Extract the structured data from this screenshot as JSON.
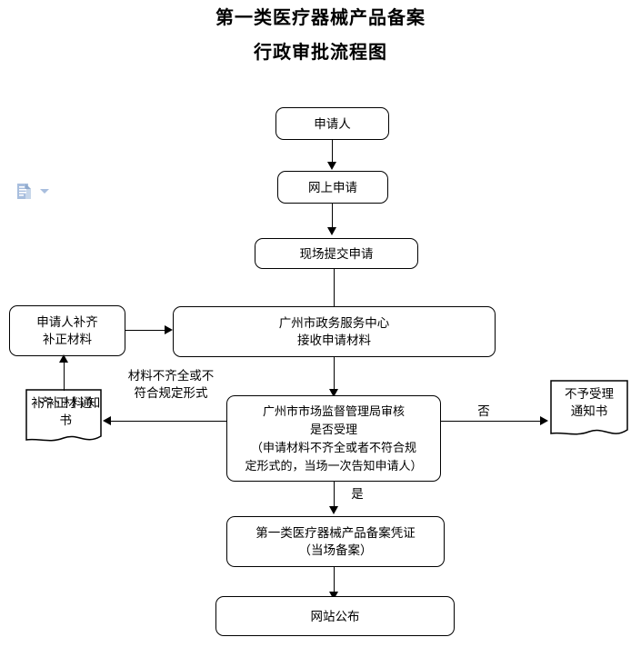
{
  "document": {
    "title_line_1": "第一类医疗器械产品备案",
    "title_line_2": "行政审批流程图"
  },
  "colors": {
    "node_border": "#000000",
    "node_fill": "#ffffff",
    "connector": "#000000",
    "paste_icon": "#a8bede",
    "page_background": "#ffffff"
  },
  "flowchart": {
    "type": "process-flow-diagram",
    "nodes": [
      {
        "id": "applicant",
        "shape": "rounded-rectangle",
        "label": "申请人"
      },
      {
        "id": "online-application",
        "shape": "rounded-rectangle",
        "label": "网上申请"
      },
      {
        "id": "onsite-submit",
        "shape": "rounded-rectangle",
        "label": "现场提交申请"
      },
      {
        "id": "service-center",
        "shape": "rounded-rectangle",
        "label": "广州市政务服务中心\n接收申请材料"
      },
      {
        "id": "applicant-supplement",
        "shape": "rounded-rectangle",
        "label": "申请人补齐\n补正材料"
      },
      {
        "id": "supplement-notice",
        "shape": "document",
        "label": "补齐补正材料通知书"
      },
      {
        "id": "review-decision",
        "shape": "rounded-rectangle",
        "label": "广州市市场监督管理局审核\n是否受理\n（申请材料不齐全或者不符合规\n定形式的，当场一次告知申请人）"
      },
      {
        "id": "rejection-notice",
        "shape": "document",
        "label": "不予受理\n通知书"
      },
      {
        "id": "filing-certificate",
        "shape": "rounded-rectangle",
        "label": "第一类医疗器械产品备案凭证\n（当场备案）"
      },
      {
        "id": "website-publish",
        "shape": "rounded-rectangle",
        "label": "网站公布"
      }
    ],
    "edges": [
      {
        "from": "applicant",
        "to": "online-application",
        "label": ""
      },
      {
        "from": "online-application",
        "to": "onsite-submit",
        "label": ""
      },
      {
        "from": "onsite-submit",
        "to": "service-center",
        "label": ""
      },
      {
        "from": "applicant-supplement",
        "to": "service-center",
        "label": ""
      },
      {
        "from": "service-center",
        "to": "review-decision",
        "label": ""
      },
      {
        "from": "review-decision",
        "to": "supplement-notice",
        "label": "材料不齐全或不\n符合规定形式"
      },
      {
        "from": "supplement-notice",
        "to": "applicant-supplement",
        "label": ""
      },
      {
        "from": "review-decision",
        "to": "rejection-notice",
        "label": "否"
      },
      {
        "from": "review-decision",
        "to": "filing-certificate",
        "label": "是"
      },
      {
        "from": "filing-certificate",
        "to": "website-publish",
        "label": ""
      }
    ],
    "edge_labels": {
      "incomplete_materials": "材料不齐全或不\n符合规定形式",
      "no": "否",
      "yes": "是"
    }
  },
  "overlay": {
    "paste_options_icon": "paste-options-icon",
    "paste_options_caret": "chevron-down-icon"
  }
}
